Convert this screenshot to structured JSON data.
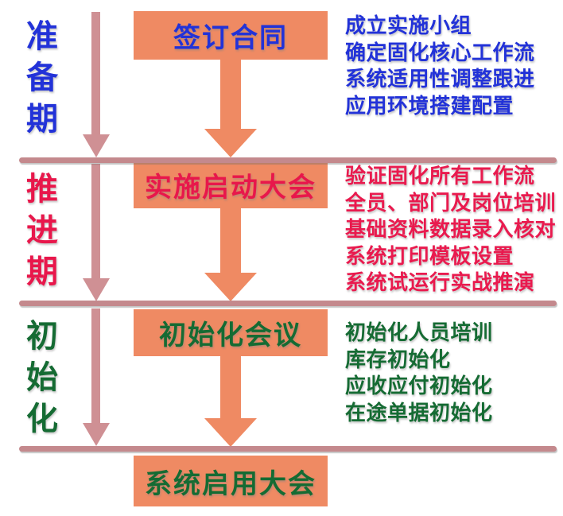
{
  "phases": [
    {
      "label": "准备期",
      "text_color": "#2232d8",
      "milestone": "签订合同",
      "tasks": [
        "成立实施小组",
        "确定固化核心工作流",
        "系统适用性调整跟进",
        "应用环境搭建配置"
      ]
    },
    {
      "label": "推进期",
      "text_color": "#e8174b",
      "milestone": "实施启动大会",
      "tasks": [
        "验证固化所有工作流",
        "全员、部门及岗位培训",
        "基础资料数据录入核对",
        "系统打印模板设置",
        "系统试运行实战推演"
      ]
    },
    {
      "label": "初始化",
      "text_color": "#156b33",
      "milestone": "初始化会议",
      "tasks": [
        "初始化人员培训",
        "库存初始化",
        "应收应付初始化",
        "在途单据初始化"
      ]
    }
  ],
  "final_milestone": "系统启用大会",
  "colors": {
    "milestone_box_bg": "#ef8a63",
    "flow_arrow": "#ef8a63",
    "timeline_arrow": "#cf9094",
    "phase_divider_line": "#c4898d"
  }
}
